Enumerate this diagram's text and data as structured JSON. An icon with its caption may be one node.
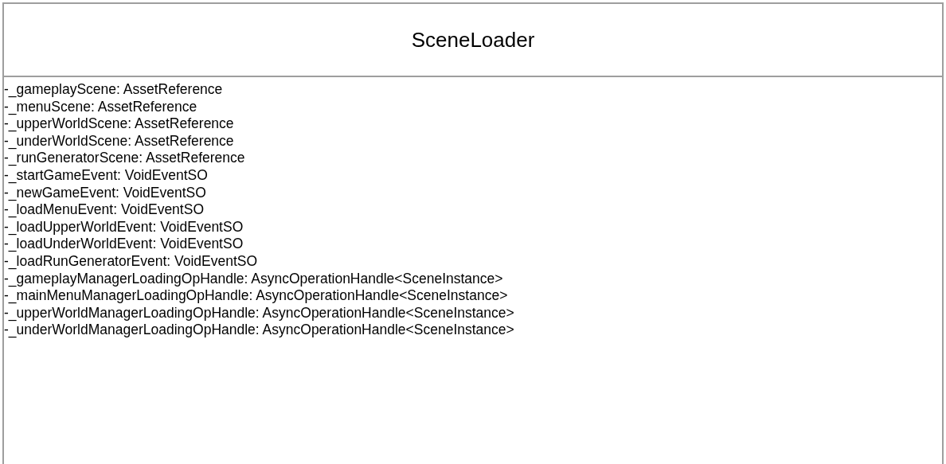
{
  "diagram": {
    "nodes": [
      {
        "text": [
          "SceneLoader",
          "-_gameplayScene: AssetReference",
          "-_menuScene: AssetReference",
          "-_upperWorldScene: AssetReference",
          "-_underWorldScene: AssetReference",
          "-_runGeneratorScene: AssetReference",
          "-_startGameEvent: VoidEventSO",
          "-_newGameEvent: VoidEventSO",
          "-_loadMenuEvent: VoidEventSO",
          "-_loadUpperWorldEvent: VoidEventSO",
          "-_loadUnderWorldEvent: VoidEventSO",
          "-_loadRunGeneratorEvent: VoidEventSO",
          "-_gameplayManagerLoadingOpHandle: AsyncOperationHandle<SceneInstance>",
          "-_mainMenuManagerLoadingOpHandle: AsyncOperationHandle<SceneInstance>",
          "-_upperWorldManagerLoadingOpHandle: AsyncOperationHandle<SceneInstance>",
          "-_underWorldManagerLoadingOpHandle: AsyncOperationHandle<SceneInstance>"
        ]
      }
    ]
  }
}
